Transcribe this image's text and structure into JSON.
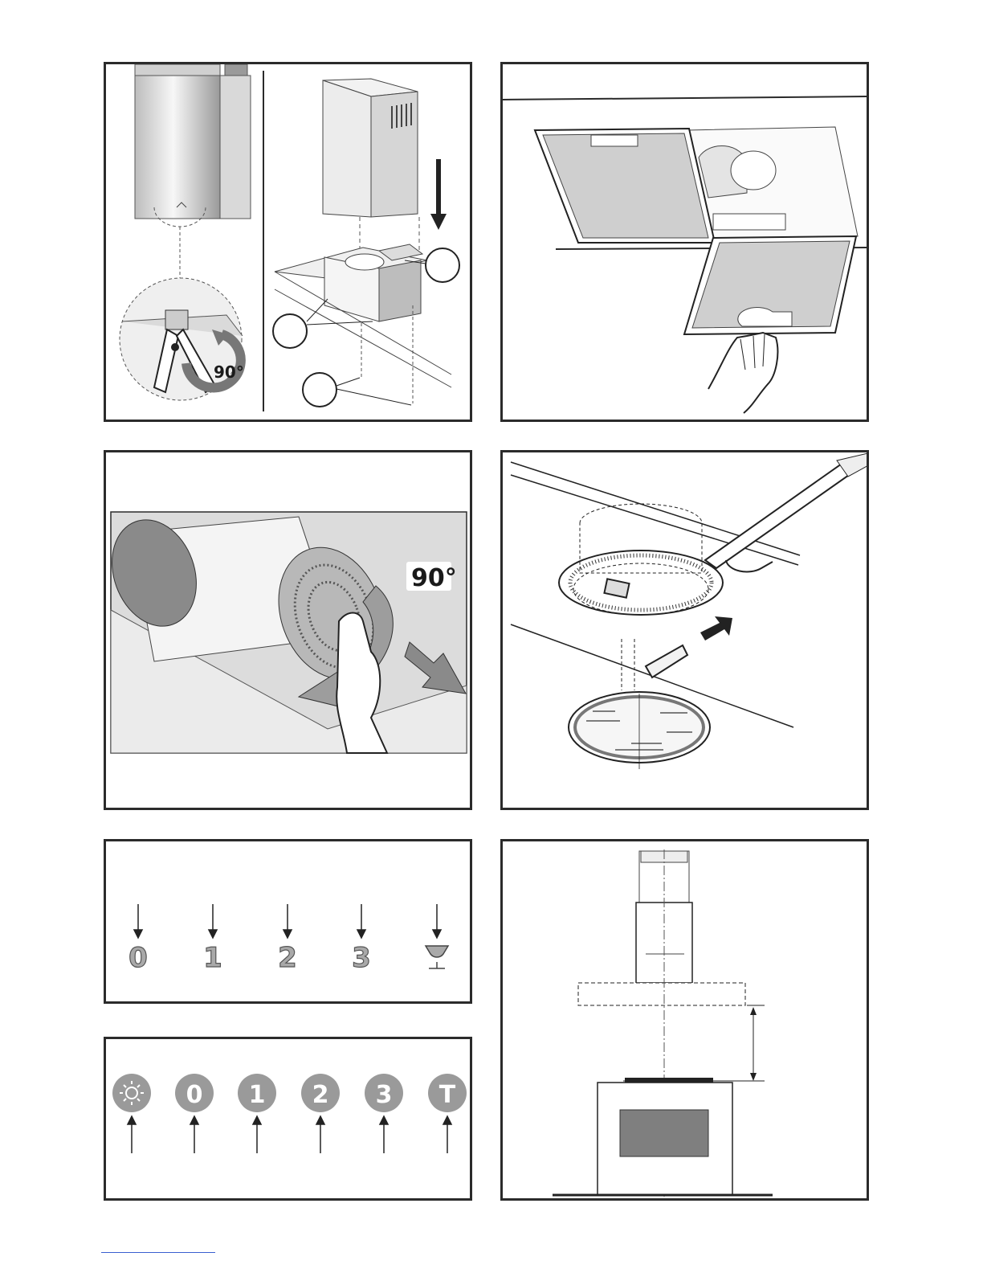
{
  "panels": {
    "installation": {
      "angle_label": "90°"
    },
    "filters": {},
    "carbon_filter": {
      "angle_label": "90°"
    },
    "lamp": {},
    "controls_top": {
      "labels": [
        "0",
        "1",
        "2",
        "3"
      ],
      "light_icon": "hood-light-icon"
    },
    "controls_bottom": {
      "light_icon": "sun-light-icon",
      "labels": [
        "0",
        "1",
        "2",
        "3",
        "T"
      ]
    },
    "height": {}
  },
  "colors": {
    "frame": "#2b2b2b",
    "button_fill": "#9a9a9a",
    "stainless_light": "#f2f2f2",
    "stainless_dark": "#8c8c8c",
    "filter_mesh": "#cfcfcf",
    "oven_window": "#7f7f7f"
  }
}
